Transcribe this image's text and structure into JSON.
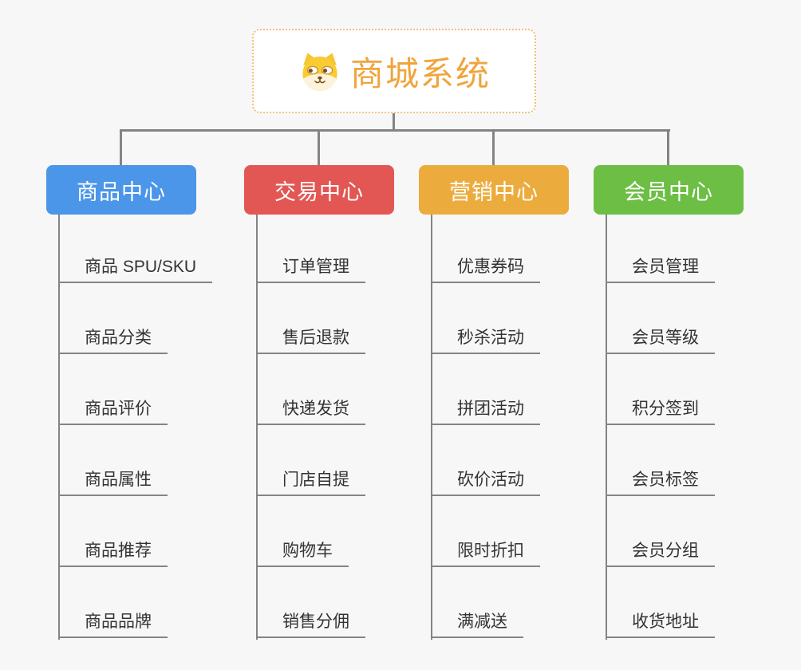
{
  "root": {
    "title": "商城系统",
    "icon": "dog-icon",
    "title_color": "#f0a43c",
    "border_color": "#f0c077"
  },
  "branches": [
    {
      "label": "商品中心",
      "color": "#4b96e8",
      "children": [
        "商品 SPU/SKU",
        "商品分类",
        "商品评价",
        "商品属性",
        "商品推荐",
        "商品品牌"
      ]
    },
    {
      "label": "交易中心",
      "color": "#e25754",
      "children": [
        "订单管理",
        "售后退款",
        "快递发货",
        "门店自提",
        "购物车",
        "销售分佣"
      ]
    },
    {
      "label": "营销中心",
      "color": "#ecac3d",
      "children": [
        "优惠券码",
        "秒杀活动",
        "拼团活动",
        "砍价活动",
        "限时折扣",
        "满减送"
      ]
    },
    {
      "label": "会员中心",
      "color": "#6cbf44",
      "children": [
        "会员管理",
        "会员等级",
        "积分签到",
        "会员标签",
        "会员分组",
        "收货地址"
      ]
    }
  ],
  "colors": {
    "background": "#f7f7f7",
    "connector": "#848484",
    "item_text": "#333333"
  }
}
